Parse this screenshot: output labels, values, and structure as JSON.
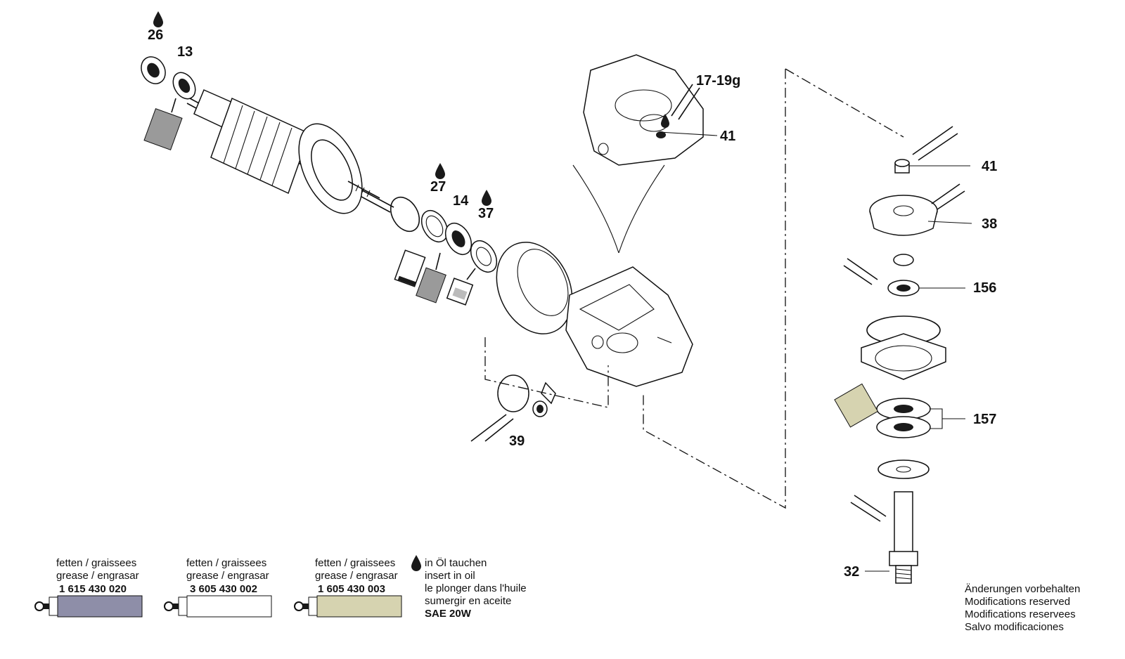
{
  "labels": {
    "p26": "26",
    "p13": "13",
    "p27": "27",
    "p14": "14",
    "p37": "37",
    "p17_19g": "17-19g",
    "p41_top": "41",
    "p41_right": "41",
    "p38": "38",
    "p156": "156",
    "p157": "157",
    "p39": "39",
    "p32": "32"
  },
  "legend": {
    "grease1": {
      "line1": "fetten / graissees",
      "line2": "grease / engrasar",
      "code": "1 615 430 020",
      "color": "#8e8ea8"
    },
    "grease2": {
      "line1": "fetten / graissees",
      "line2": "grease / engrasar",
      "code": "3 605 430 002",
      "color": "#ffffff"
    },
    "grease3": {
      "line1": "fetten / graissees",
      "line2": "grease / engrasar",
      "code": "1 605 430 003",
      "color": "#d6d3b0"
    },
    "oil": {
      "line1": "in Öl tauchen",
      "line2": "insert in oil",
      "line3": "le plonger dans l'huile",
      "line4": "sumergir en aceite",
      "line5": "SAE 20W",
      "icon": "oil-drop-icon"
    }
  },
  "notice": {
    "line1": "Änderungen vorbehalten",
    "line2": "Modifications reserved",
    "line3": "Modifications reservees",
    "line4": "Salvo modificaciones"
  }
}
